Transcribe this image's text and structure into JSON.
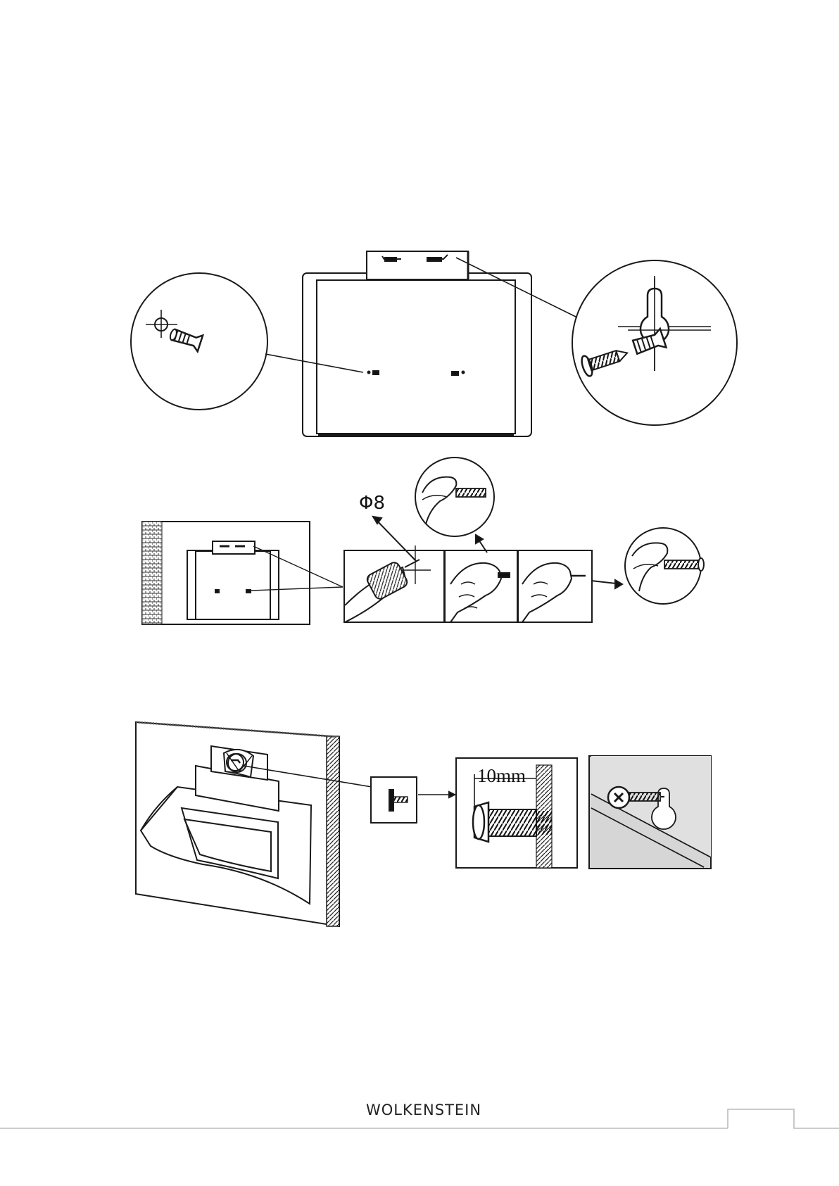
{
  "figure": {
    "drill_size_label": "Φ8",
    "screw_gap_label": "10mm"
  },
  "footer": {
    "brand": "WOLKENSTEIN"
  },
  "colors": {
    "line": "#1a1a1a",
    "wall_grey": "#d6d6d6",
    "page": "#ffffff"
  }
}
